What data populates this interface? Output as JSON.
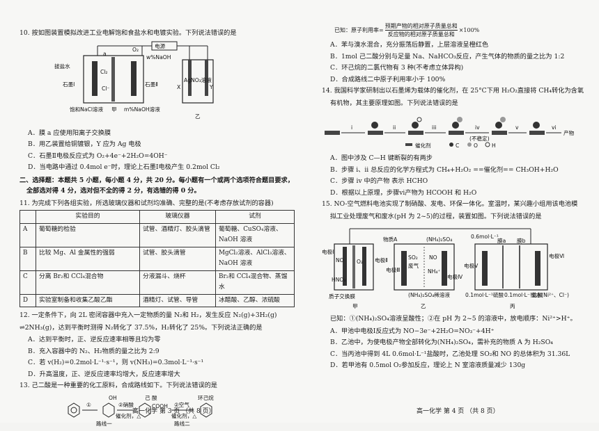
{
  "left": {
    "q10": {
      "stem": "10. 按如图装置模拟改进工业电解饱和食盐水和电镀实验。下列说法错误的是",
      "fig": {
        "power": "电源",
        "o2": "O₂",
        "naoh_w": "w%NaOH",
        "add_salt": "拔盐水",
        "cl2": "Cl₂",
        "cl": "Cl⁻",
        "graphite1": "石墨Ⅰ",
        "graphite2": "石墨Ⅱ",
        "membrane": "a",
        "x": "X",
        "y": "Y",
        "agno3": "AgNO₃溶液",
        "nacl": "饱和NaCl溶液",
        "jia": "甲",
        "naoh_m": "m%NaOH溶液",
        "yi": "乙"
      },
      "options": [
        "A．膜 a 应使用阳离子交换膜",
        "B．用乙装置给铜镀银，Y 应为 Ag 电极",
        "C．石墨Ⅱ电极反应式为 O₂+4e⁻+2H₂O=4OH⁻",
        "D．当电路中通过 0.4mol e⁻时，理论上石墨Ⅰ电极产生 0.2mol Cl₂"
      ]
    },
    "section2": {
      "line1": "二、选择题：本题共 5 小题，每小题 4 分，共 20 分。每小题有一个或两个选项符合题目要求，",
      "line2": "全部选对得 4 分，选对但不全的得 2 分，有选错的得 0 分。"
    },
    "q11": {
      "stem": "11. 为完成下列各组实验，所选玻璃仪器和试剂均准确、完整的是(不考虑存放试剂的容器)",
      "headers": [
        "",
        "实验目的",
        "玻璃仪器",
        "试剂"
      ],
      "rows": [
        [
          "A",
          "葡萄糖的检验",
          "试管、酒精灯、胶头滴管",
          "葡萄糖、CuSO₄溶液、NaOH 溶液"
        ],
        [
          "B",
          "比较 Mg、Al 金属性的强弱",
          "试管、胶头滴管",
          "MgCl₂溶液、AlCl₃溶液、NaOH 溶液"
        ],
        [
          "C",
          "分离 Br₂和 CCl₄混合物",
          "分液漏斗、烧杯",
          "Br₂和 CCl₄混合物、蒸馏水"
        ],
        [
          "D",
          "实验室制备和收集乙酸乙酯",
          "酒精灯、试管、导管",
          "冰醋酸、乙醇、浓硫酸"
        ]
      ]
    },
    "q12": {
      "stem1": "12. 一定条件下，向 2L 密闭容器中充入一定物质的量 N₂和 H₂，发生反应 N₂(g)+3H₂(g)",
      "stem2": "⇌2NH₃(g)，达到平衡时测得 N₂转化了 37.5%，H₂转化了 25%。下列说法正确的是",
      "options": [
        "A．达到平衡时，正、逆反应速率相等且均为零",
        "B．充入容器中的 N₂、H₂物质的量之比为 2:9",
        "C．若 v(H₂)=0.2mol·L⁻¹·s⁻¹，则 v(NH₃)=0.3mol·L⁻¹·s⁻¹",
        "D．升高温度，正、逆反应速率均增大，反应速率增大"
      ]
    },
    "q13": {
      "stem": "13. 己二酸是一种重要的化工原料，合成路线如下。下列说法错误的是",
      "fig": {
        "step1": "①",
        "step2": "②硝酸",
        "cat1": "催化剂，△",
        "step3": "②空气",
        "cat2": "催化剂，△",
        "oh": "OH",
        "acid": "己 酸",
        "cooh": "COOH",
        "cyclo": "环己烷",
        "route1": "路线一",
        "route2": "路线二"
      }
    },
    "footer": "高一化学  第 3 页 （共 8 页）"
  },
  "right": {
    "atom_econ": {
      "prefix": "已知：原子利用率=",
      "numerator": "预期产物的相对原子质量总和",
      "denominator": "反应物的相对原子质量总和",
      "suffix": "×100%"
    },
    "q13_options": [
      "A．苯与溴水混合，充分振荡后静置，上层溶液呈橙红色",
      "B．1mol 己二酸分别与足量 Na、NaHCO₃反应，产生气体的物质的量之比为 1:2",
      "C．环己烷的二氯代物有 3 种(不考虑立体异构)",
      "D．合成路线二中原子利用率小于 100%"
    ],
    "q14": {
      "stem1": "14. 我国科学家研制出以石墨烯为载体的催化剂，在 25°C下用 H₂O₂直接将 CH₄转化为含氧",
      "stem2": "有机物，其主要原理如图。下列说法错误的是",
      "fig": {
        "i": "i",
        "ii": "ii",
        "iii": "iii",
        "iv": "iv",
        "v": "v",
        "vi": "vi",
        "unstable": "(不稳定)",
        "product": "产物",
        "catalyst": "催化剂",
        "c": "C",
        "o": "O",
        "h": "H"
      },
      "options": [
        "A．图中涉及 C—H 键断裂的有两步",
        "B．步骤 i、ii 总反应的化学方程式为 CH₄+H₂O₂ ==催化剂== CH₃OH+H₂O",
        "C．步骤 iv 中的产物        表示 HCHO",
        "D．根据以上原理，步骤vi产物为 HCOOH 和 H₂O"
      ]
    },
    "q15": {
      "stem1": "15. NO-空气燃料电池实现了制硝酸、发电、环保一体化。室温时，某兴趣小组用该电池模",
      "stem2": "拟工业处理废气和废水(pH 为 2~5)的过程，装置如图。下列说法错误的是",
      "fig": {
        "e1": "电极Ⅰ",
        "e2": "电极Ⅱ",
        "e3": "电极Ⅲ",
        "e4": "电极Ⅳ",
        "e5": "电极Ⅴ",
        "e6": "电极Ⅵ",
        "no": "NO",
        "o2": "O₂",
        "hno3": "HNO₃",
        "pem": "质子交换膜",
        "matA": "物质A",
        "nh42so4": "(NH₄)₂SO₄",
        "so2": "SO₂",
        "gas": "废气",
        "nh4": "NH₄⁺",
        "dilute": "(NH₄)₂SO₄稀溶液",
        "conc": "0.6mol·L⁻¹",
        "mema": "膜a",
        "memb": "膜b",
        "h2so4": "0.1mol·L⁻¹硫酸",
        "hcl": "0.1mol·L⁻¹盐酸",
        "waste": "废水(Ni²⁺、Cl⁻)",
        "jia": "甲",
        "yi": "乙",
        "bing": "丙"
      },
      "known": "已知：①(NH₄)₂SO₄溶液呈酸性；②在 pH 为 2~5 的溶液中，放电顺序：Ni²⁺>H⁺。",
      "options": [
        "A．甲池中电极Ⅰ反应式为 NO−3e⁻+2H₂O=NO₃⁻+4H⁺",
        "B．乙池中，为使电极产物全部转化为(NH₄)₂SO₄，需补充的物质 A 为 H₂SO₄",
        "C．当丙池中得到 4L 0.6mol·L⁻¹盐酸时，乙池处理 SO₂和 NO 的总体积为 31.36L",
        "D．若甲池有 0.5mol O₂参加反应，理论上 N 室溶液质量减少 130g"
      ]
    },
    "footer": "高一化学  第 4 页 （共 8 页）"
  }
}
